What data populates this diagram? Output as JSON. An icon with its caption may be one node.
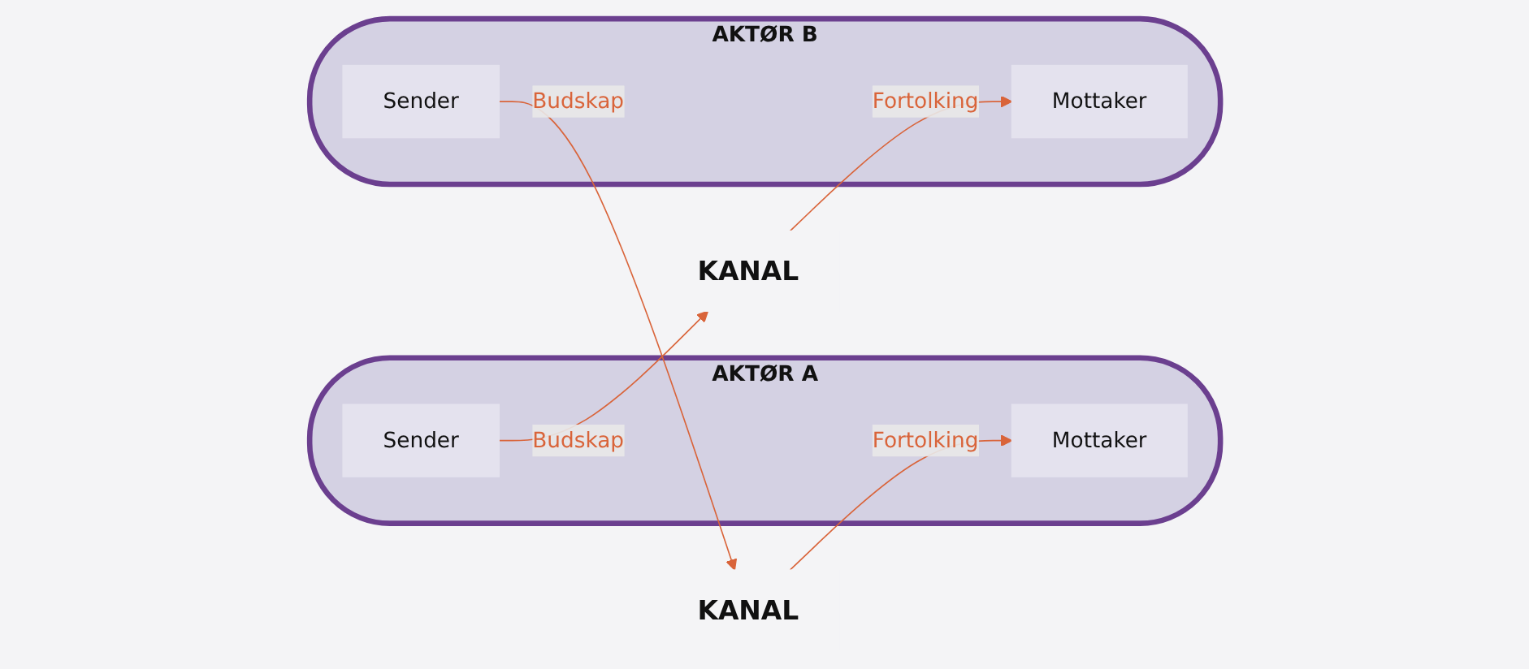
{
  "diagram": {
    "nodes": [
      {
        "text": [
          "AKTØR A"
        ]
      },
      {
        "text": [
          "Mottaker"
        ],
        "in": 0
      },
      {
        "text": [
          "Sender"
        ],
        "in": 0
      },
      {
        "text": [
          "KANAL"
        ]
      },
      {
        "text": [
          "KANAL"
        ]
      },
      {
        "text": [
          "AKTØR B"
        ]
      },
      {
        "text": [
          "Sender"
        ],
        "in": 5
      },
      {
        "text": [
          "Mottaker"
        ],
        "in": 5
      }
    ],
    "edges": [
      {
        "from": 3,
        "to": 1,
        "arrow": "to",
        "label": "Fortolking"
      },
      {
        "from": 6,
        "to": 3,
        "arrow": "to",
        "label": "Budskap"
      },
      {
        "from": 2,
        "to": 4,
        "arrow": "to",
        "label": "Budskap"
      },
      {
        "from": 4,
        "to": 7,
        "arrow": "to",
        "label": "Fortolking"
      }
    ]
  }
}
